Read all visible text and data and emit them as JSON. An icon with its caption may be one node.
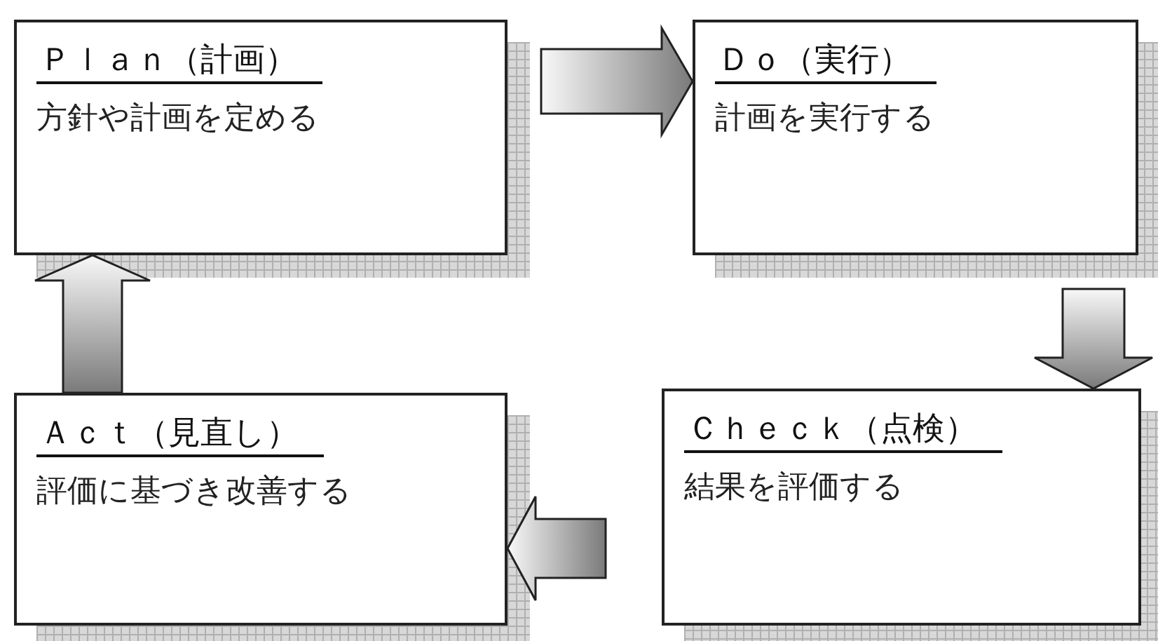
{
  "diagram": {
    "nodes": [
      {
        "text": [
          "Ｐｌａｎ（計画）",
          "方針や計画を定める"
        ]
      },
      {
        "text": [
          "Ｄｏ（実行）",
          "計画を実行する"
        ]
      },
      {
        "text": [
          "Ｃｈｅｃｋ（点検）",
          "結果を評価する"
        ]
      },
      {
        "text": [
          "Ａｃｔ（見直し）",
          "評価に基づき改善する"
        ]
      }
    ],
    "edges": [
      {
        "from": 0,
        "to": 1,
        "arrow": "to"
      },
      {
        "from": 1,
        "to": 2,
        "arrow": "to"
      },
      {
        "from": 2,
        "to": 3,
        "arrow": "to"
      },
      {
        "from": 3,
        "to": 0,
        "arrow": "to"
      }
    ]
  }
}
